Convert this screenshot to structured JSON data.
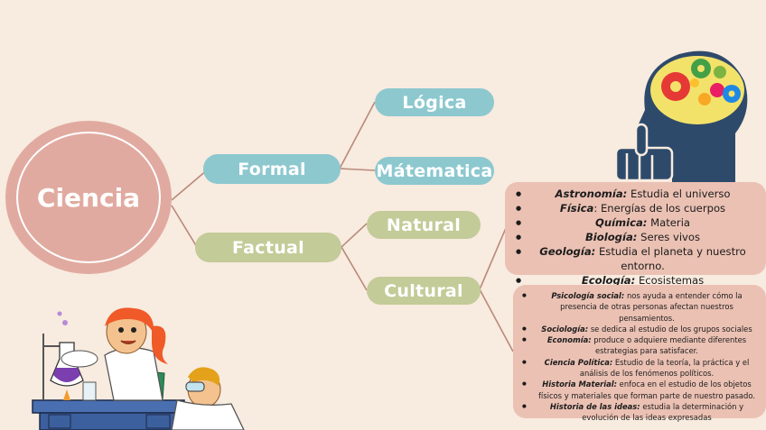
{
  "root": {
    "label": "Ciencia"
  },
  "branches": {
    "formal": {
      "label": "Formal",
      "children": [
        "Lógica",
        "Mátematica"
      ]
    },
    "factual": {
      "label": "Factual",
      "children": [
        "Natural",
        "Cultural"
      ]
    }
  },
  "natural_sciences": [
    {
      "term": "Astronomía:",
      "desc": " Estudia el universo"
    },
    {
      "term": "Física",
      "desc": ": Energías de los cuerpos"
    },
    {
      "term": "Química:",
      "desc": " Materia"
    },
    {
      "term": "Biología:",
      "desc": " Seres vivos"
    },
    {
      "term": "Geología:",
      "desc": " Estudia el planeta y nuestro entorno."
    },
    {
      "term": "Ecología:",
      "desc": " Ecosistemas"
    }
  ],
  "cultural_sciences": [
    {
      "term": "Psicología social:",
      "desc": " nos ayuda a entender cómo la presencia de otras personas afectan nuestros pensamientos."
    },
    {
      "term": "Sociología:",
      "desc": " se dedica al estudio de los grupos sociales"
    },
    {
      "term": "Economía:",
      "desc": " produce o adquiere mediante diferentes estrategias para satisfacer."
    },
    {
      "term": "Ciencia Política:",
      "desc": " Estudio de la teoría, la práctica y el análisis de los fenómenos políticos."
    },
    {
      "term": "Historia Material:",
      "desc": " enfoca en el estudio de los objetos físicos y materiales que forman parte de nuestro pasado."
    },
    {
      "term": "Historia de las ideas:",
      "desc": " estudia la determinación y evolución de las ideas expresadas"
    }
  ],
  "colors": {
    "background": "#f8ebdf",
    "root": "#e1aaa0",
    "formal_nodes": "#8dc8cf",
    "factual_nodes": "#c3cb98",
    "list_box": "#ebc1b3",
    "connector": "#b98a7c"
  },
  "illustrations": [
    "head-gears-icon",
    "lab-scientists-illustration"
  ]
}
